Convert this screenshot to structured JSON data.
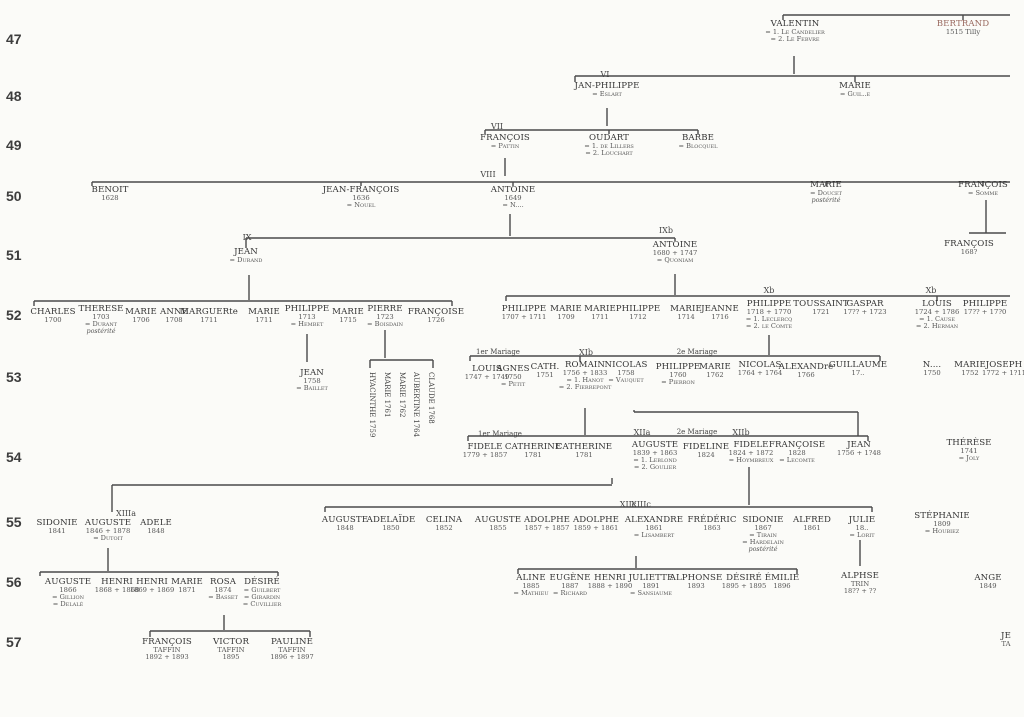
{
  "generations": [
    "47",
    "48",
    "49",
    "50",
    "51",
    "52",
    "53",
    "54",
    "55",
    "56",
    "57"
  ],
  "people": [
    {
      "name": "VALENTIN",
      "spouse": [
        "= 1. Le Candelier",
        "= 2. Le Febvre"
      ]
    },
    {
      "name": "BERTRAND",
      "year": "1515 Tilly",
      "red": true
    },
    {
      "name": "JAN-PHILIPPE",
      "spouse": [
        "= Eslart"
      ]
    },
    {
      "name": "MARIE",
      "spouse": [
        "= Guil..e"
      ]
    },
    {
      "name": "FRANÇOIS",
      "spouse": [
        "= Pattin"
      ]
    },
    {
      "name": "OUDART",
      "spouse": [
        "= 1. de Lillers",
        "= 2. Louchart"
      ]
    },
    {
      "name": "BARBE",
      "spouse": [
        "= Blocquel"
      ]
    },
    {
      "name": "BENOIT",
      "year": "1628"
    },
    {
      "name": "JEAN-FRANÇOIS",
      "year": "1636",
      "spouse": [
        "= Nouel"
      ]
    },
    {
      "name": "ANTOINE",
      "year": "1649",
      "spouse": [
        "= N...."
      ]
    },
    {
      "name": "MARIE",
      "spouse": [
        "= Doucet"
      ],
      "note": "postérité"
    },
    {
      "name": "FRANÇOIS",
      "spouse": [
        "= Somme"
      ]
    },
    {
      "name": "JEAN",
      "spouse": [
        "= Durand"
      ]
    },
    {
      "name": "ANTOINE",
      "year": "1680 + 1747",
      "spouse": [
        "= Quoniam"
      ]
    },
    {
      "name": "FRANÇOIS",
      "year": "168?"
    },
    {
      "name": "CHARLES",
      "year": "1700"
    },
    {
      "name": "THERESE",
      "year": "1703",
      "spouse": [
        "= Durant"
      ],
      "note": "postérité"
    },
    {
      "name": "MARIE",
      "year": "1706"
    },
    {
      "name": "ANNE",
      "year": "1708"
    },
    {
      "name": "MARGUERte",
      "year": "1711"
    },
    {
      "name": "MARIE",
      "year": "1711"
    },
    {
      "name": "PHILIPPE",
      "year": "1713",
      "spouse": [
        "= Hembet"
      ]
    },
    {
      "name": "MARIE",
      "year": "1715"
    },
    {
      "name": "PIERRE",
      "year": "1723",
      "spouse": [
        "= Boisdain"
      ]
    },
    {
      "name": "FRANÇOISE",
      "year": "1726"
    },
    {
      "name": "PHILIPPE",
      "year": "1707 + 1711"
    },
    {
      "name": "MARIE",
      "year": "1709"
    },
    {
      "name": "MARIE",
      "year": "1711"
    },
    {
      "name": "PHILIPPE",
      "year": "1712"
    },
    {
      "name": "MARIE",
      "year": "1714"
    },
    {
      "name": "JEANNE",
      "year": "1716"
    },
    {
      "name": "PHILIPPE",
      "year": "1718 + 1770",
      "spouse": [
        "= 1. Leclercq",
        "= 2. le Comte"
      ]
    },
    {
      "name": "TOUSSAINT",
      "year": "1721"
    },
    {
      "name": "GASPAR",
      "year": "17?? + 1723"
    },
    {
      "name": "LOUIS",
      "year": "1724 + 1786",
      "spouse": [
        "= 1. Cause",
        "= 2. Herman"
      ]
    },
    {
      "name": "PHILIPPE",
      "year": "17?? + 17?0"
    },
    {
      "name": "JEAN",
      "year": "1758",
      "spouse": [
        "= Baillet"
      ]
    },
    {
      "name": "LOUIS",
      "year": "1747 + 1749"
    },
    {
      "name": "AGNES",
      "year": "1750",
      "spouse": [
        "= Petit"
      ]
    },
    {
      "name": "CATH.",
      "year": "1751"
    },
    {
      "name": "ROMAIN",
      "year": "1756 + 1833",
      "spouse": [
        "= 1. Hanot",
        "= 2. Fierrepont"
      ]
    },
    {
      "name": "NICOLAS",
      "year": "1758",
      "spouse": [
        "= Vauquet"
      ]
    },
    {
      "name": "PHILIPPE",
      "year": "1760",
      "spouse": [
        "= Pierron"
      ]
    },
    {
      "name": "MARIE",
      "year": "1762"
    },
    {
      "name": "NICOLAS",
      "year": "1764 + 1764"
    },
    {
      "name": "ALEXANDre",
      "year": "1766"
    },
    {
      "name": "GUILLAUME",
      "year": "17.."
    },
    {
      "name": "N....",
      "year": "1750"
    },
    {
      "name": "MARIE",
      "year": "1752"
    },
    {
      "name": "JOSEPH",
      "year": "1772 + 1?11"
    },
    {
      "name": "FIDELE",
      "year": "1779 + 1857"
    },
    {
      "name": "CATHERINE",
      "year": "1781"
    },
    {
      "name": "CATHERINE",
      "year": "1781"
    },
    {
      "name": "AUGUSTE",
      "year": "1839 + 1863",
      "spouse": [
        "= 1. Leblond",
        "= 2. Goulier"
      ]
    },
    {
      "name": "FIDELINE",
      "year": "1824"
    },
    {
      "name": "FIDELE",
      "year": "1824 + 1872",
      "spouse": [
        "= Hoymbreux"
      ]
    },
    {
      "name": "FRANÇOISE",
      "year": "1828",
      "spouse": [
        "= Lecomte"
      ]
    },
    {
      "name": "JEAN",
      "year": "1756 + 1?48"
    },
    {
      "name": "THÉRÈSE",
      "year": "1741",
      "spouse": [
        "= Joly"
      ]
    },
    {
      "name": "SIDONIE",
      "year": "1841"
    },
    {
      "name": "AUGUSTE",
      "year": "1846 + 1878",
      "spouse": [
        "= Dutoit"
      ]
    },
    {
      "name": "ADELE",
      "year": "1848"
    },
    {
      "name": "AUGUSTE",
      "year": "1848"
    },
    {
      "name": "ADELAÏDE",
      "year": "1850"
    },
    {
      "name": "CELINA",
      "year": "1852"
    },
    {
      "name": "AUGUSTE",
      "year": "1855"
    },
    {
      "name": "ADOLPHE",
      "year": "1857 + 1857"
    },
    {
      "name": "ADOLPHE",
      "year": "1859 + 1861"
    },
    {
      "name": "ALEXANDRE",
      "year": "1861",
      "spouse": [
        "= Lisambert"
      ]
    },
    {
      "name": "FRÉDÉRIC",
      "year": "1863"
    },
    {
      "name": "SIDONIE",
      "year": "1867",
      "spouse": [
        "= Tirain",
        "= Hardelain"
      ],
      "note": "postérité"
    },
    {
      "name": "ALFRED",
      "year": "1861"
    },
    {
      "name": "JULIE",
      "year": "18..",
      "spouse": [
        "= Lorit"
      ]
    },
    {
      "name": "STÉPHANIE",
      "year": "1809",
      "spouse": [
        "= Houbiez"
      ]
    },
    {
      "name": "AUGUSTE",
      "year": "1866",
      "spouse": [
        "= Gillion",
        "= Delalé"
      ]
    },
    {
      "name": "HENRI",
      "year": "1868 + 1868"
    },
    {
      "name": "HENRI",
      "year": "1869 + 1869"
    },
    {
      "name": "MARIE",
      "year": "1871"
    },
    {
      "name": "ROSA",
      "year": "1874",
      "spouse": [
        "= Basset"
      ]
    },
    {
      "name": "DÉSIRÉ",
      "spouse": [
        "= Guilbert",
        "= Girardin",
        "= Cuvillier"
      ]
    },
    {
      "name": "ALINE",
      "year": "1885",
      "spouse": [
        "= Mathieu"
      ]
    },
    {
      "name": "EUGÈNE",
      "year": "1887",
      "spouse": [
        "= Richard"
      ]
    },
    {
      "name": "HENRI",
      "year": "1888 + 1890"
    },
    {
      "name": "JULIETTE",
      "year": "1891",
      "spouse": [
        "= Sansiaume"
      ]
    },
    {
      "name": "ALPHONSE",
      "year": "1893"
    },
    {
      "name": "DÉSIRÉ",
      "year": "1895 + 1895"
    },
    {
      "name": "ÉMILIE",
      "year": "1896"
    },
    {
      "name": "ALPHSE",
      "year": "TRIN",
      "spouse": [
        "18?? + ??"
      ]
    },
    {
      "name": "ANGE",
      "year": "1849"
    },
    {
      "name": "FRANÇOIS",
      "year": "TAFFIN",
      "spouse": [
        "1892 + 1893"
      ]
    },
    {
      "name": "VICTOR",
      "year": "TAFFIN",
      "spouse": [
        "1895"
      ]
    },
    {
      "name": "PAULINE",
      "year": "TAFFIN",
      "spouse": [
        "1896 + 1897"
      ]
    },
    {
      "name": "JE",
      "year": "TA"
    }
  ],
  "branch_labels": [
    "VI",
    "VII",
    "VIII",
    "IX",
    "IXb",
    "Xb",
    "Xb",
    "XIb",
    "XIIa",
    "XIIb",
    "XIIc",
    "XIIIa",
    "XIIIc"
  ],
  "marriage_labels": [
    "1er Mariage",
    "2e Mariage",
    "1er Mariage",
    "2e Mariage"
  ],
  "vertical_names": [
    "HYACINTHE 1759",
    "MARIE 1761",
    "MARIE 1762",
    "AUBERTINE 1764",
    "CLAUDE 1768"
  ]
}
